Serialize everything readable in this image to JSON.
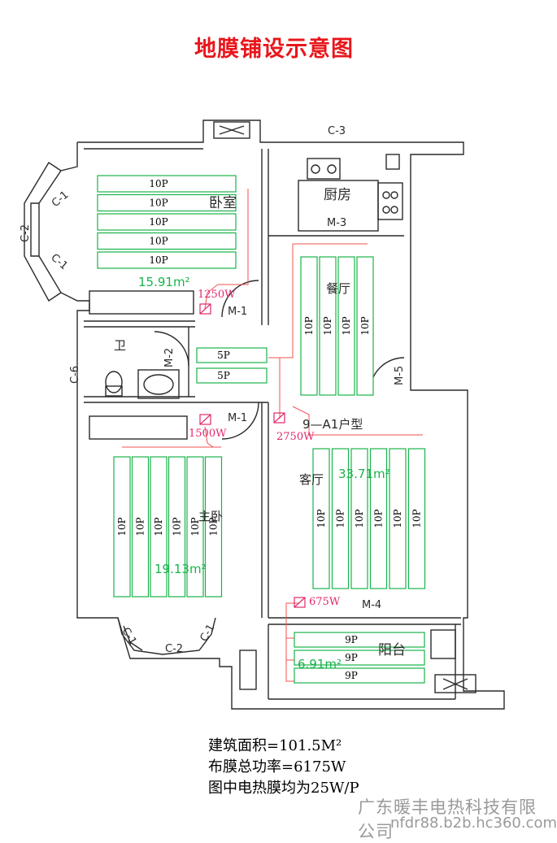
{
  "title": "地膜铺设示意图",
  "colors": {
    "wall": "#2a2a2a",
    "film": "#19b34a",
    "power": "#e0286e",
    "wire": "#f05050",
    "title": "#e8161b",
    "watermark": "#9a9a9a"
  },
  "labels": {
    "c3": "C-3",
    "c2_left": "C-2",
    "c1_left_top": "C-1",
    "c1_left_bottom": "C-1",
    "c6": "C-6",
    "c1_bottom_left": "C-1",
    "c2_bottom": "C-2",
    "c1_bottom_right": "C-1",
    "m1_top": "M-1",
    "m1_bottom": "M-1",
    "m2": "M-2",
    "m3": "M-3",
    "m4": "M-4",
    "m5": "M-5",
    "unit_type": "9—A1户型"
  },
  "rooms": {
    "bedroom": "卧室",
    "kitchen": "厨房",
    "dining": "餐厅",
    "bathroom": "卫",
    "living": "客厅",
    "master": "主卧",
    "balcony": "阳台"
  },
  "areas": {
    "bedroom": "15.91m²",
    "living": "33.71m²",
    "master": "19.13m²",
    "balcony": "6.91m²"
  },
  "power": {
    "bedroom": "1250W",
    "master": "1500W",
    "living": "2750W",
    "balcony": "675W"
  },
  "strips": {
    "bedroom": [
      "10P",
      "10P",
      "10P",
      "10P",
      "10P"
    ],
    "dining": [
      "10P",
      "10P",
      "10P",
      "10P"
    ],
    "corridor": [
      "5P",
      "5P"
    ],
    "master": [
      "10P",
      "10P",
      "10P",
      "10P",
      "10P",
      "10P"
    ],
    "living": [
      "10P",
      "10P",
      "10P",
      "10P",
      "10P",
      "10P"
    ],
    "balcony": [
      "9P",
      "9P",
      "9P"
    ]
  },
  "notes": {
    "area": "建筑面积=101.5M²",
    "total": "布膜总功率=6175W",
    "unit": "图中电热膜均为25W/P"
  },
  "watermark": {
    "company": "广东暖丰电热科技有限公司",
    "website": "nfdr88.b2b.hc360.com"
  }
}
